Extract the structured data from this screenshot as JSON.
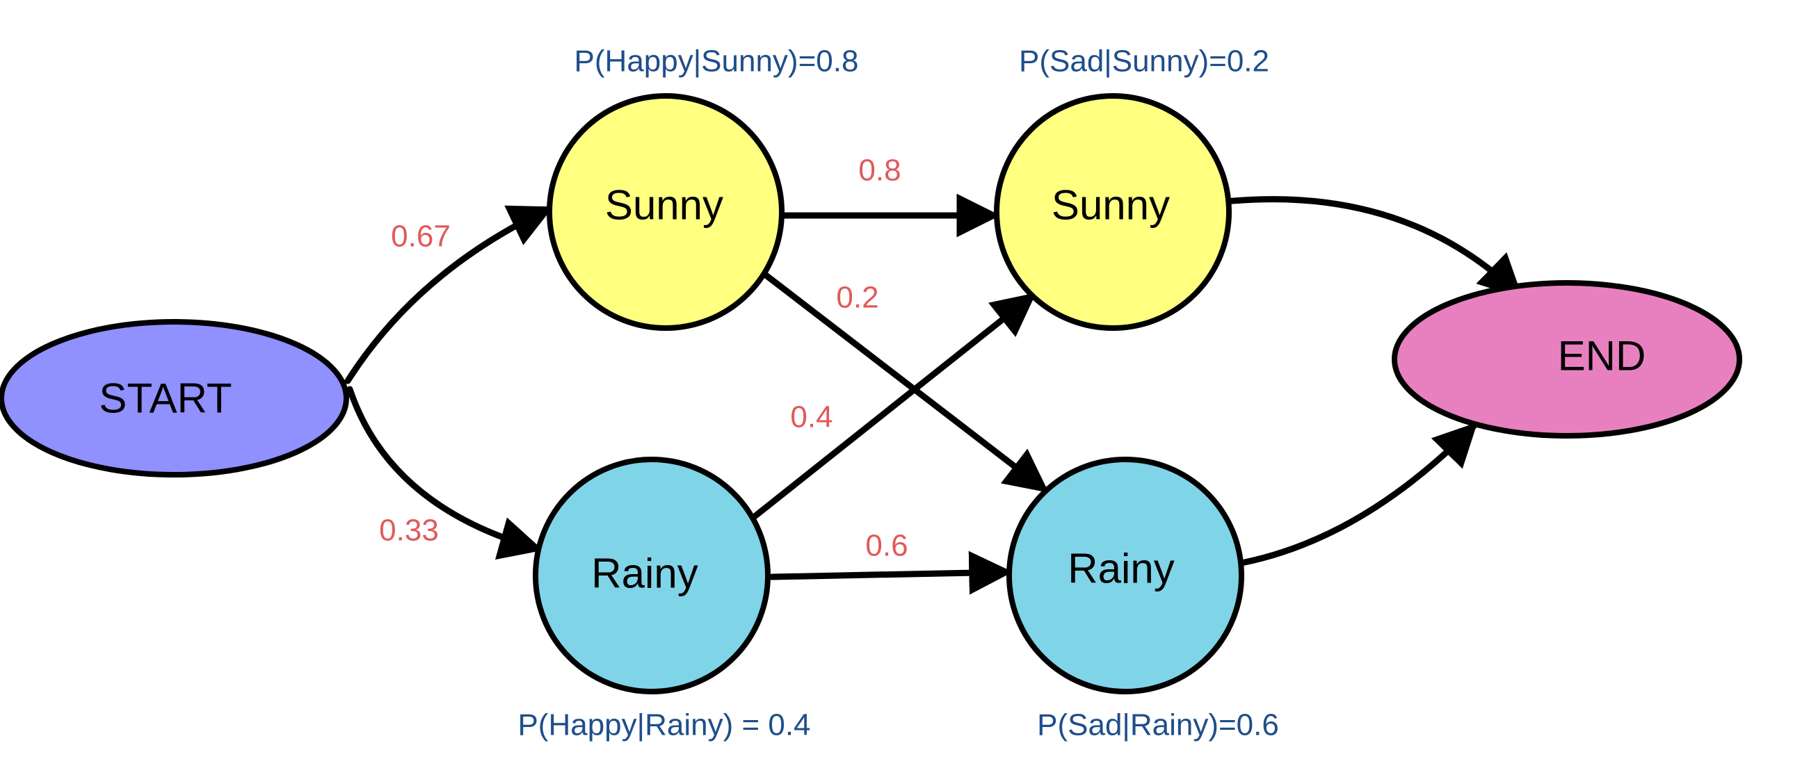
{
  "nodes": {
    "start": {
      "label": "START",
      "color": "#9090FF"
    },
    "sunny1": {
      "label": "Sunny",
      "color": "#FFFF80"
    },
    "rainy1": {
      "label": "Rainy",
      "color": "#80D4E8"
    },
    "sunny2": {
      "label": "Sunny",
      "color": "#FFFF80"
    },
    "rainy2": {
      "label": "Rainy",
      "color": "#80D4E8"
    },
    "end": {
      "label": "END",
      "color": "#E880C0"
    }
  },
  "edges": {
    "start_sunny1": "0.67",
    "start_rainy1": "0.33",
    "sunny1_sunny2": "0.8",
    "sunny1_rainy2": "0.2",
    "rainy1_sunny2": "0.4",
    "rainy1_rainy2": "0.6"
  },
  "emissions": {
    "sunny1": "P(Happy|Sunny)=0.8",
    "sunny2": "P(Sad|Sunny)=0.2",
    "rainy1": "P(Happy|Rainy) = 0.4",
    "rainy2": "P(Sad|Rainy)=0.6"
  },
  "colors": {
    "edge_label": "#E05A5A",
    "emission_label": "#1F4E8A",
    "stroke": "#000000"
  }
}
